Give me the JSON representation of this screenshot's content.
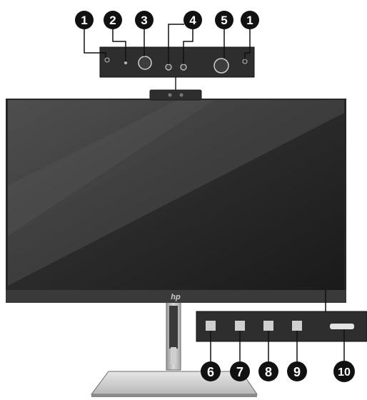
{
  "logo": "hp",
  "camera_callouts": [
    {
      "number": "1",
      "part": "camera-left-indicator"
    },
    {
      "number": "2",
      "part": "camera-small-sensor"
    },
    {
      "number": "3",
      "part": "camera-lens-left"
    },
    {
      "number": "4",
      "part": "camera-microphones"
    },
    {
      "number": "5",
      "part": "camera-lens-right"
    },
    {
      "number": "1",
      "part": "camera-right-indicator"
    }
  ],
  "button_callouts": [
    {
      "number": "6",
      "part": "menu-button-1"
    },
    {
      "number": "7",
      "part": "menu-button-2"
    },
    {
      "number": "8",
      "part": "menu-button-3"
    },
    {
      "number": "9",
      "part": "menu-button-4"
    },
    {
      "number": "10",
      "part": "power-button"
    }
  ]
}
